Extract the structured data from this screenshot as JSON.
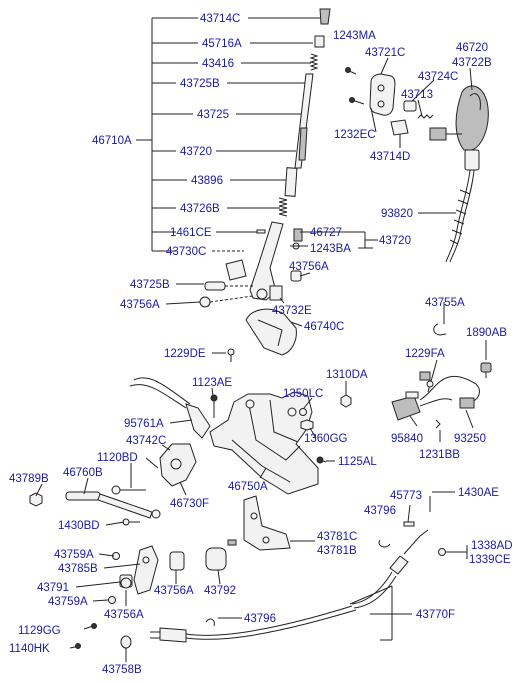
{
  "diagram": {
    "part_numbers": {
      "p43714C": "43714C",
      "p45716A": "45716A",
      "p43416": "43416",
      "p43725B_top": "43725B",
      "p43725": "43725",
      "p46710A": "46710A",
      "p43720_left": "43720",
      "p43896": "43896",
      "p43726B": "43726B",
      "p1461CE": "1461CE",
      "p43730C": "43730C",
      "p1243MA": "1243MA",
      "p43721C": "43721C",
      "p46720": "46720",
      "p43722B": "43722B",
      "p43724C": "43724C",
      "p43713": "43713",
      "p1232EC": "1232EC",
      "p43714D": "43714D",
      "p93820": "93820",
      "p46727": "46727",
      "p1243BA": "1243BA",
      "p43720_right": "43720",
      "p43756A_1": "43756A",
      "p43725B_low": "43725B",
      "p43756A_2": "43756A",
      "p43732E": "43732E",
      "p46740C": "46740C",
      "p1229DE": "1229DE",
      "p43755A": "43755A",
      "p1890AB": "1890AB",
      "p1229FA": "1229FA",
      "p1123AE": "1123AE",
      "p1310DA": "1310DA",
      "p1350LC": "1350LC",
      "p95761A": "95761A",
      "p43742C": "43742C",
      "p1360GG": "1360GG",
      "p95840": "95840",
      "p93250": "93250",
      "p1231BB": "1231BB",
      "p1120BD": "1120BD",
      "p1125AL": "1125AL",
      "p43789B": "43789B",
      "p46760B": "46760B",
      "p46750A": "46750A",
      "p46730F": "46730F",
      "p45773": "45773",
      "p1430AE": "1430AE",
      "p43796_1": "43796",
      "p1430BD": "1430BD",
      "p43781C": "43781C",
      "p43781B": "43781B",
      "p1338AD": "1338AD",
      "p1339CE": "1339CE",
      "p43759A_1": "43759A",
      "p43785B": "43785B",
      "p43791": "43791",
      "p43756A_3": "43756A",
      "p43792": "43792",
      "p43759A_2": "43759A",
      "p43756A_4": "43756A",
      "p43796_2": "43796",
      "p43770F": "43770F",
      "p1129GG": "1129GG",
      "p1140HK": "1140HK",
      "p43758B": "43758B"
    }
  },
  "colors": {
    "label": "#1a1aa8",
    "line": "#222222",
    "part_fill": "#f2f2f2",
    "part_shade": "#bdbdbd"
  }
}
